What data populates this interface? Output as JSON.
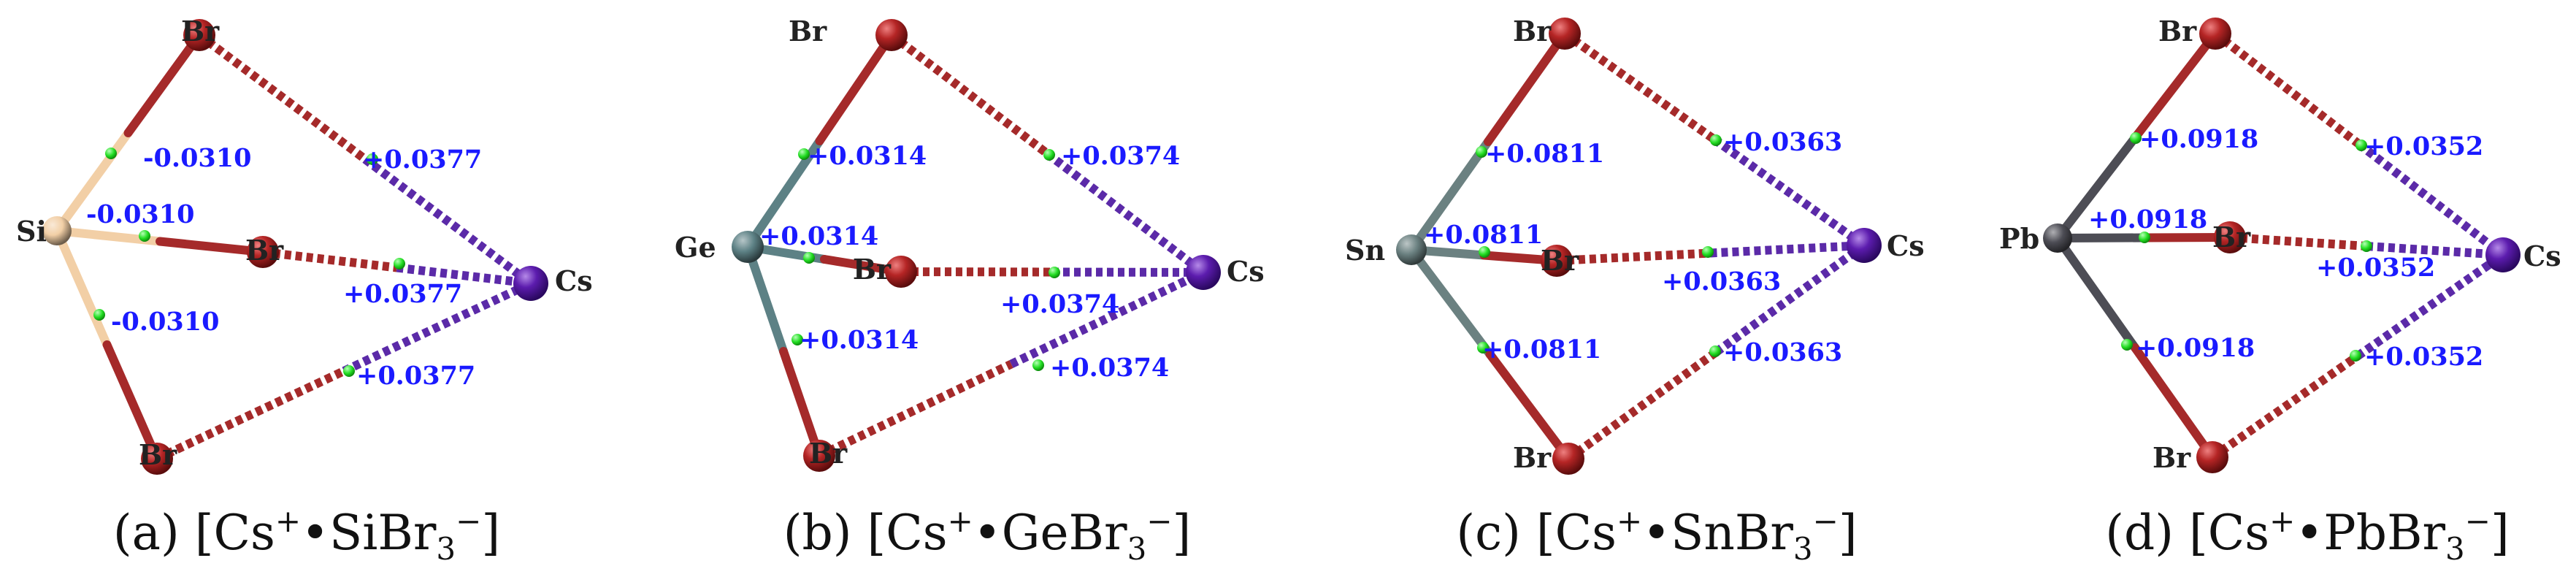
{
  "panels": [
    {
      "id": "a",
      "letter": "(a)",
      "center_atom": "Si",
      "center_color": "#f2cfa6",
      "center_bond_color": "#f2cfa6",
      "br_label": "Br",
      "cs_label": "Cs",
      "center_br_value": "-0.0310",
      "center_br_value_mid": "-0.0310",
      "br_cs_value": "+0.0377",
      "caption": {
        "open": "[Cs",
        "sup1": "+",
        "dot": "•",
        "body": "SiBr",
        "sub": "3",
        "sup2": "−",
        "close": "]"
      }
    },
    {
      "id": "b",
      "letter": "(b)",
      "center_atom": "Ge",
      "center_color": "#5d8185",
      "center_bond_color": "#5d8185",
      "br_label": "Br",
      "cs_label": "Cs",
      "center_br_value": "+0.0314",
      "center_br_value_mid": "+0.0314",
      "br_cs_value": "+0.0374",
      "caption": {
        "open": "[Cs",
        "sup1": "+",
        "dot": "•",
        "body": "GeBr",
        "sub": "3",
        "sup2": "−",
        "close": "]"
      }
    },
    {
      "id": "c",
      "letter": "(c)",
      "center_atom": "Sn",
      "center_color": "#6b8181",
      "center_bond_color": "#6b8181",
      "br_label": "Br",
      "cs_label": "Cs",
      "center_br_value": "+0.0811",
      "center_br_value_mid": "+0.0811",
      "br_cs_value": "+0.0363",
      "caption": {
        "open": "[Cs",
        "sup1": "+",
        "dot": "•",
        "body": "SnBr",
        "sub": "3",
        "sup2": "−",
        "close": "]"
      }
    },
    {
      "id": "d",
      "letter": "(d)",
      "center_atom": "Pb",
      "center_color": "#4d4d55",
      "center_bond_color": "#4d4d55",
      "br_label": "Br",
      "cs_label": "Cs",
      "center_br_value": "+0.0918",
      "center_br_value_mid": "+0.0918",
      "br_cs_value": "+0.0352",
      "caption": {
        "open": "[Cs",
        "sup1": "+",
        "dot": "•",
        "body": "PbBr",
        "sub": "3",
        "sup2": "−",
        "close": "]"
      }
    }
  ],
  "colors": {
    "br_atom": "#a52121",
    "br_bond": "#a52a2a",
    "cs_atom": "#5a1aa6",
    "cs_bond": "#5b2aa8",
    "bcp": "#22dd22",
    "bcp_text": "#1a1aff"
  }
}
